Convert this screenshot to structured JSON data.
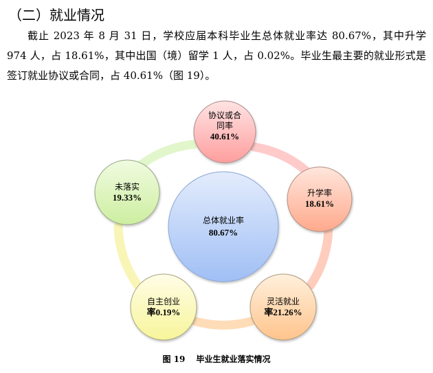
{
  "section": {
    "heading": "（二）就业情况",
    "paragraph": "截止 2023 年 8 月 31 日，学校应届本科毕业生总体就业率达 80.67%，其中升学 974 人，占 18.61%，其中出国（境）留学 1 人，占 0.02%。毕业生最主要的就业形式是签订就业协议或合同，占 40.61%（图 19）。"
  },
  "figure": {
    "number": "图 19",
    "title": "毕业生就业落实情况"
  },
  "chart_data": {
    "type": "diagram-cycle",
    "title": "毕业生就业落实情况",
    "center": {
      "label": "总体就业率",
      "value": "80.67%",
      "numeric": 80.67,
      "color": "#a9c4f5"
    },
    "categories": [
      "协议或合同率",
      "升学率",
      "灵活就业率",
      "自主创业率",
      "未落实"
    ],
    "values": [
      40.61,
      18.61,
      21.26,
      0.19,
      19.33
    ],
    "nodes": [
      {
        "line1": "协议或合",
        "line2": "同率",
        "line3": "40.61%",
        "color_top": "#ffe3e3",
        "color_bottom": "#ff9e9e"
      },
      {
        "line1": "升学率",
        "line2": "18.61%",
        "line3": "",
        "color_top": "#ffe6dc",
        "color_bottom": "#ffa98c"
      },
      {
        "line1": "灵活就业",
        "line2": "率21.26%",
        "line3": "",
        "color_top": "#fff0dc",
        "color_bottom": "#ffc48c"
      },
      {
        "line1": "自主创业",
        "line2": "率0.19%",
        "line3": "",
        "color_top": "#fffde6",
        "color_bottom": "#f7f59a"
      },
      {
        "line1": "未落实",
        "line2": "19.33%",
        "line3": "",
        "color_top": "#f0fbe0",
        "color_bottom": "#cdeea0"
      }
    ],
    "ring_colors": [
      "#ffc9c9",
      "#ffcfbf",
      "#ffd9b5",
      "#f7f4b0",
      "#dff5c6"
    ]
  }
}
